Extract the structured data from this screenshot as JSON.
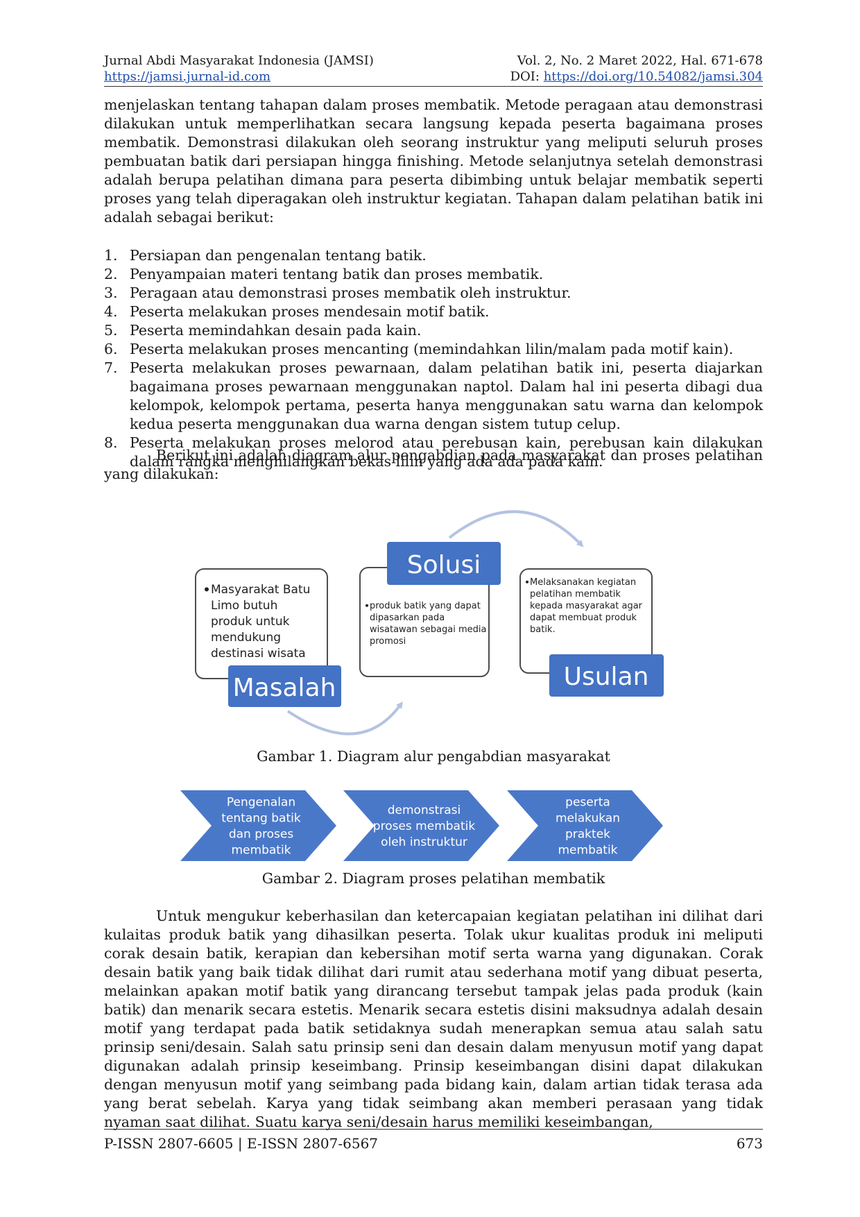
{
  "header": {
    "journal": "Jurnal Abdi Masyarakat Indonesia (JAMSI)",
    "volume": "Vol. 2, No. 2 Maret 2022, Hal. 671-678",
    "site_url": "https://jamsi.jurnal-id.com",
    "doi_label": "DOI:",
    "doi_url": "https://doi.org/10.54082/jamsi.304"
  },
  "intro_paragraph": "menjelaskan tentang tahapan dalam proses membatik. Metode peragaan atau demonstrasi dilakukan untuk memperlihatkan secara langsung kepada peserta bagaimana proses membatik. Demonstrasi dilakukan oleh seorang instruktur yang meliputi seluruh proses pembuatan batik dari persiapan hingga finishing. Metode selanjutnya setelah demonstrasi adalah berupa pelatihan dimana para peserta dibimbing untuk belajar membatik seperti proses yang telah diperagakan oleh instruktur kegiatan. Tahapan dalam pelatihan batik ini adalah sebagai berikut:",
  "steps": [
    {
      "num": "1.",
      "text": "Persiapan dan pengenalan tentang batik."
    },
    {
      "num": "2.",
      "text": "Penyampaian materi tentang batik dan proses membatik."
    },
    {
      "num": "3.",
      "text": "Peragaan atau demonstrasi proses membatik oleh instruktur."
    },
    {
      "num": "4.",
      "text": "Peserta melakukan proses mendesain motif batik."
    },
    {
      "num": "5.",
      "text": "Peserta memindahkan desain pada kain."
    },
    {
      "num": "6.",
      "text": "Peserta melakukan proses mencanting (memindahkan lilin/malam pada motif kain)."
    },
    {
      "num": "7.",
      "text": "Peserta melakukan proses pewarnaan, dalam pelatihan batik ini, peserta diajarkan bagaimana proses pewarnaan menggunakan naptol. Dalam hal ini peserta dibagi dua kelompok, kelompok pertama, peserta hanya menggunakan satu warna dan kelompok kedua peserta menggunakan dua warna dengan sistem tutup celup."
    },
    {
      "num": "8.",
      "text": "Peserta melakukan proses melorod atau perebusan kain, perebusan kain dilakukan dalam rangka menghilangkan bekas lilin yang ada ada pada kain."
    }
  ],
  "lead_in": "Berikut ini adalah diagram alur pengabdian pada masyarakat dan proses pelatihan yang dilakukan:",
  "figure1": {
    "caption": "Gambar 1. Diagram alur pengabdian masyarakat",
    "masalah": {
      "title": "Masalah",
      "lines": [
        "Masyarakat Batu",
        "Limo butuh",
        "produk untuk",
        "mendukung",
        "destinasi wisata"
      ]
    },
    "solusi": {
      "title": "Solusi",
      "lines": [
        "produk batik yang dapat",
        "dipasarkan pada",
        "wisatawan sebagai media",
        "promosi"
      ]
    },
    "usulan": {
      "title": "Usulan",
      "lines": [
        "Melaksanakan kegiatan",
        "pelatihan membatik",
        "kepada masyarakat agar",
        "dapat membuat produk",
        "batik."
      ]
    },
    "colors": {
      "accent": "#4472c4",
      "arrow": "#b4c3e1",
      "border": "#4d4d4d"
    }
  },
  "figure2": {
    "caption": "Gambar 2. Diagram proses pelatihan membatik",
    "steps": [
      {
        "lines": [
          "Pengenalan",
          "tentang batik",
          "dan proses",
          "membatik"
        ]
      },
      {
        "lines": [
          "demonstrasi",
          "proses membatik",
          "oleh instruktur"
        ]
      },
      {
        "lines": [
          "peserta",
          "melakukan",
          "praktek",
          "membatik"
        ]
      }
    ],
    "color": "#4a78c8"
  },
  "closing_paragraph": "Untuk mengukur keberhasilan dan ketercapaian kegiatan pelatihan ini dilihat dari kulaitas produk batik yang dihasilkan peserta. Tolak ukur kualitas produk ini meliputi corak desain batik, kerapian dan kebersihan motif serta warna yang digunakan. Corak desain batik yang baik tidak dilihat dari rumit atau sederhana motif yang dibuat peserta, melainkan apakan motif batik yang dirancang tersebut tampak jelas pada produk (kain batik) dan menarik secara estetis. Menarik secara estetis disini maksudnya adalah desain motif yang terdapat pada batik setidaknya sudah menerapkan semua atau salah satu prinsip seni/desain. Salah satu prinsip seni dan desain dalam menyusun motif yang dapat digunakan adalah prinsip keseimbang. Prinsip keseimbangan disini dapat dilakukan dengan menyusun motif yang seimbang pada bidang kain, dalam artian tidak terasa ada yang berat sebelah. Karya yang tidak seimbang akan memberi perasaan yang tidak nyaman saat dilihat. Suatu karya seni/desain harus memiliki keseimbangan,",
  "footer": {
    "issn": "P-ISSN 2807-6605 | E-ISSN 2807-6567",
    "page_number": "673"
  }
}
